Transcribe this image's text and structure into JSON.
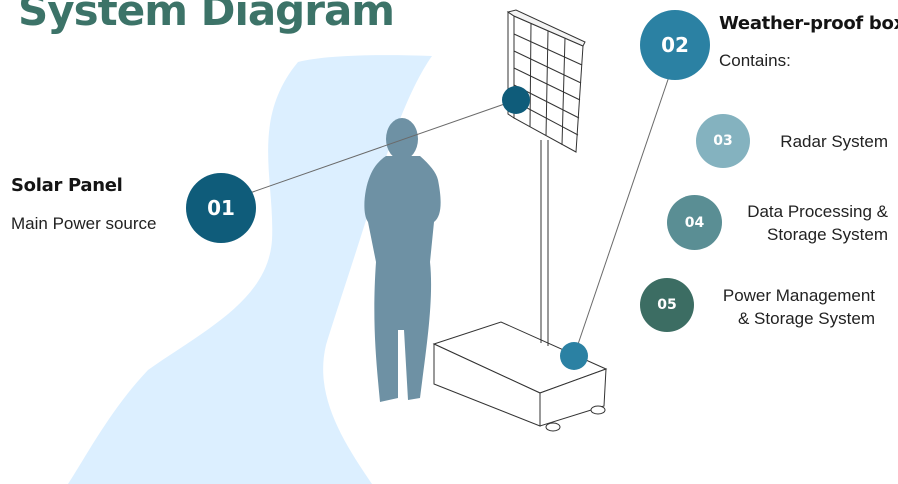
{
  "title": "System Diagram",
  "colors": {
    "title": "#3c7368",
    "river": "#dcefff",
    "person": "#6e91a4",
    "c01": "#0f5c7a",
    "c02": "#2b81a3",
    "c03": "#84b2bf",
    "c04": "#5a8e94",
    "c05": "#3c6d63",
    "dot_panel": "#0f5c7a",
    "dot_box": "#2b81a3",
    "lines": "#6a6a6a",
    "equipment_stroke": "#333333"
  },
  "solar": {
    "number": "01",
    "heading": "Solar Panel",
    "desc": "Main Power source"
  },
  "box": {
    "number": "02",
    "heading": "Weather-proof box",
    "desc": "Contains:"
  },
  "components": [
    {
      "number": "03",
      "lines": [
        "Radar System"
      ]
    },
    {
      "number": "04",
      "lines": [
        "Data Processing &",
        "Storage System"
      ]
    },
    {
      "number": "05",
      "lines": [
        "Power Management",
        "& Storage System"
      ]
    }
  ]
}
